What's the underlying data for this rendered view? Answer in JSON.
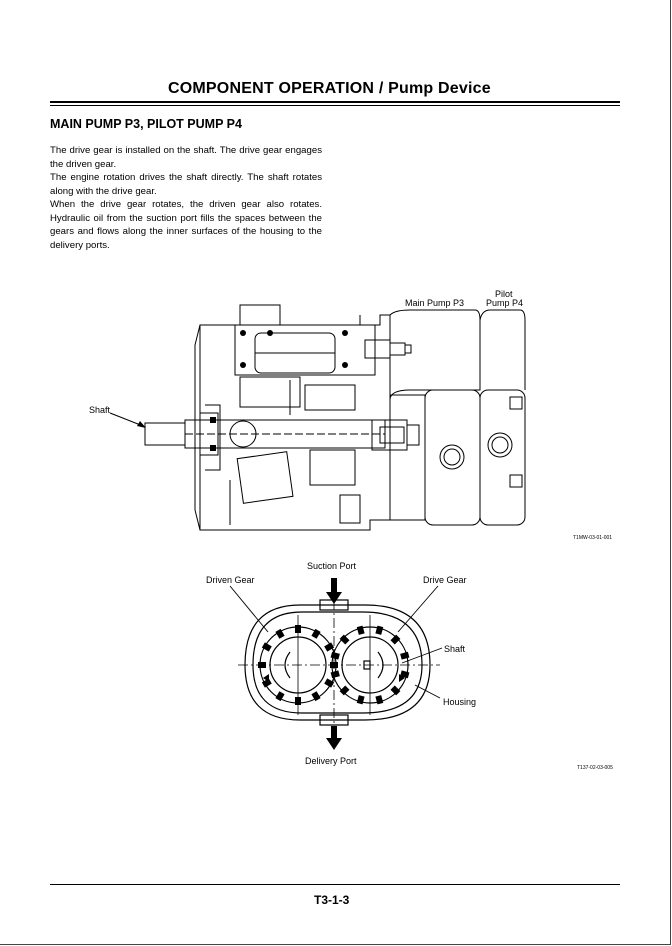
{
  "header": {
    "title": "COMPONENT OPERATION / Pump Device"
  },
  "section": {
    "title": "MAIN PUMP P3, PILOT PUMP P4"
  },
  "body": {
    "paragraphs": [
      "The drive gear is installed on the shaft. The drive gear engages the driven gear.",
      "The engine rotation drives the shaft directly. The shaft rotates along with the drive gear.",
      "When the drive gear rotates, the driven gear also rotates. Hydraulic oil from the suction port fills the spaces between the gears and flows along the inner surfaces of the housing to the delivery ports."
    ]
  },
  "figure1": {
    "labels": {
      "main_pump": "Main Pump P3",
      "pilot_pump_line1": "Pilot",
      "pilot_pump_line2": "Pump P4",
      "shaft": "Shaft"
    },
    "code": "T1MW-03-01-001"
  },
  "figure2": {
    "labels": {
      "suction_port": "Suction Port",
      "driven_gear": "Driven Gear",
      "drive_gear": "Drive Gear",
      "shaft": "Shaft",
      "housing": "Housing",
      "delivery_port": "Delivery Port"
    },
    "code": "T137-02-03-005"
  },
  "footer": {
    "page_number": "T3-1-3"
  }
}
